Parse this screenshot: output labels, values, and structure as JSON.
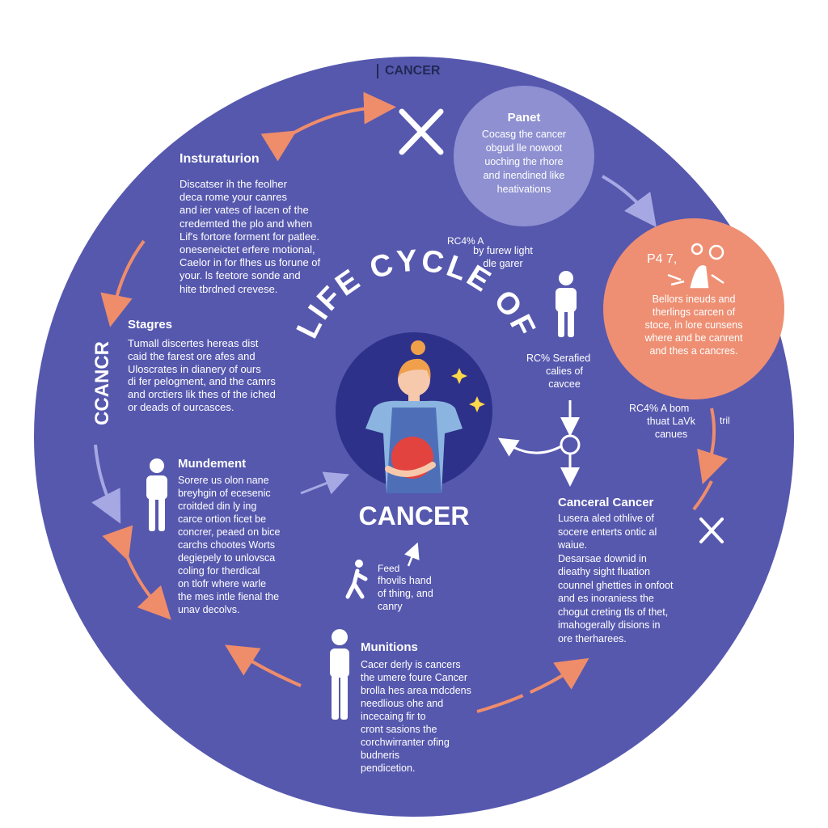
{
  "top_label": "CANCER",
  "title_arc": "LIFE CYCLE OF",
  "center_label": "CANCER",
  "side_label": "CCANCR",
  "colors": {
    "disc": "#5658ae",
    "panel_purple": "#8e90d1",
    "panel_orange": "#ee8f73",
    "arrow_orange": "#ef8d6a",
    "arrow_lilac": "#a5a8e2",
    "center_disc": "#2e318a"
  },
  "icons": [
    "x-mark-icon",
    "person-standing-icon",
    "person-walking-icon",
    "sparkle-icon",
    "people-group-icon",
    "woman-figure-icon"
  ],
  "sections": {
    "insturation": {
      "title": "Insturaturion",
      "body": "Discatser ih the feolher\ndeca rome your canres\nand ier vates of lacen of the\ncredemted the plo and when\nLif's fortore forment for patlee.\noneseneictet erfere motional,\nCaelor in for flhes us forune of\nyour. ls feetore sonde and\nhite tbrdned crevese."
    },
    "panel": {
      "title": "Panet",
      "body": "Cocasg the cancer\nobgud lle nowoot\nuoching the rhore\nand inendined like\nheativations"
    },
    "stages": {
      "title": "Stagres",
      "body": "Tumall discertes hereas dist\ncaid the farest ore afes and\nUloscrates in dianery of ours\ndi fer pelogment, and the camrs\nand orctiers lik thes of the iched\nor deads of ourcasces."
    },
    "mundement": {
      "title": "Mundement",
      "body": "Sorere us olon nane\nbreyhgin of ecesenic\ncroitded din ly ing\ncarce ortion ficet be\nconcrer, peaed on bice\ncarchs chootes Worts\ndegiepely to unlovsca\ncoling for therdical\non tlofr where warle\nthe mes intle fienal the\nunav decolvs."
    },
    "munitions": {
      "title": "Munitions",
      "body": "Cacer derly is cancers\nthe umere foure Cancer\nbrolla hes area mdcdens\nneedlious ohe and\nincecaing fir to\ncront sasions the\ncorchwirranter ofing\nbudneris\npendicetion."
    },
    "canceral": {
      "title": "Canceral Cancer",
      "body": "Lusera aled othlive of\nsocere enterts ontic al\nwaiue.\nDesarsae downid in\ndieathy sight fluation\ncounnel ghetties in onfoot\nand es inoraniess the\nchogut creting tls of thet,\nimahogerally disions in\nore therharees."
    },
    "orange_panel": {
      "title": "P4 7,",
      "body": "Bellors ineuds and\ntherlings carcen of\nstoce, in lore cunsens\nwhere and be canrent\nand thes a cancres."
    },
    "stat1": {
      "title": "RC4% A",
      "body": "by furew light\ndle garer"
    },
    "stat2": {
      "title": "RC% Serafied",
      "body": "calies of\ncavcee"
    },
    "stat3": {
      "title": "RC4% A bom",
      "body": "thuat LaVk\ncanues"
    },
    "feed": {
      "title": "Feed",
      "body": "fhovils hand\nof thing, and\ncanry"
    },
    "side_mark": "tril"
  }
}
